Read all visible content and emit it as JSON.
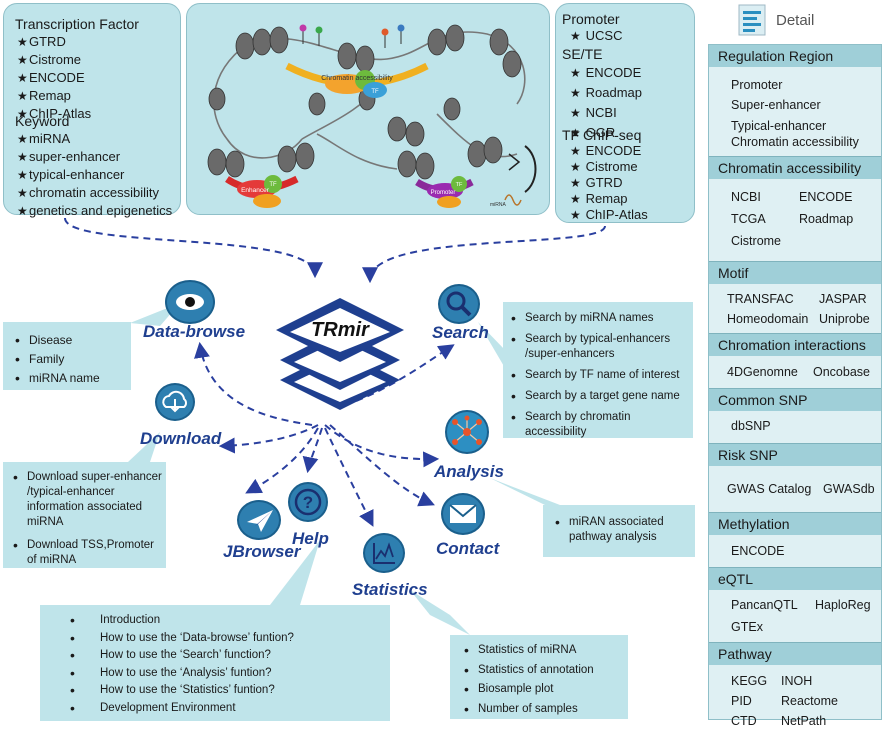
{
  "left_panel": {
    "tf_title": "Transcription Factor",
    "tf_items": [
      "GTRD",
      "Cistrome",
      "ENCODE",
      "Remap",
      "ChIP-Atlas"
    ],
    "kw_title": "Keyword",
    "kw_items": [
      "miRNA",
      "super-enhancer",
      "typical-enhancer",
      "chromatin accessibility",
      "genetics and epigenetics"
    ]
  },
  "illustration": {
    "chromatin_label": "Chromatin accessibility",
    "enhancer_label": "Enhancer",
    "promoter_label": "Promoter",
    "tf_label": "TF",
    "mirna_label": "miRNA"
  },
  "mid_panel": {
    "promoter_title": "Promoter",
    "promoter_items": [
      "UCSC"
    ],
    "sete_title": "SE/TE",
    "sete_items": [
      "ENCODE",
      "Roadmap",
      "NCBI",
      "GGR"
    ],
    "chip_title": "TF ChIP-seq",
    "chip_items": [
      "ENCODE",
      "Cistrome",
      "GTRD",
      "Remap",
      "ChIP-Atlas"
    ]
  },
  "detail": {
    "label": "Detail",
    "sections": [
      {
        "title": "Regulation Region",
        "items": [
          "Promoter",
          "Super-enhancer",
          "Typical-enhancer",
          "Chromatin accessibility"
        ]
      },
      {
        "title": "Chromatin accessibility",
        "items": [
          "NCBI",
          "ENCODE",
          "TCGA",
          "Roadmap",
          "Cistrome"
        ]
      },
      {
        "title": "Motif",
        "items": [
          "TRANSFAC",
          "JASPAR",
          "Homeodomain",
          "Uniprobe"
        ]
      },
      {
        "title": "Chromation interactions",
        "items": [
          "4DGenomne",
          "Oncobase"
        ]
      },
      {
        "title": "Common SNP",
        "items": [
          "dbSNP"
        ]
      },
      {
        "title": "Risk SNP",
        "items": [
          "GWAS Catalog",
          "GWASdb"
        ]
      },
      {
        "title": "Methylation",
        "items": [
          "ENCODE"
        ]
      },
      {
        "title": "eQTL",
        "items": [
          "PancanQTL",
          "HaploReg",
          "GTEx"
        ]
      },
      {
        "title": "Pathway",
        "items": [
          "KEGG",
          "INOH",
          "PID",
          "Reactome",
          "CTD",
          "NetPath"
        ]
      }
    ]
  },
  "center": {
    "logo_text": "TRmir"
  },
  "nodes": {
    "data_browse": "Data-browse",
    "search": "Search",
    "download": "Download",
    "analysis": "Analysis",
    "jbrowser": "JBrowser",
    "help": "Help",
    "statistics": "Statistics",
    "contact": "Contact"
  },
  "callouts": {
    "data_browse": [
      "Disease",
      "Family",
      "miRNA name"
    ],
    "search": [
      "Search by miRNA names",
      "Search by typical-enhancers /super-enhancers",
      "Search by TF name of interest",
      "Search by a target gene name",
      "Search by chromatin accessibility"
    ],
    "download": [
      "Download super-enhancer /typical-enhancer information associated miRNA",
      "Download TSS,Promoter of miRNA"
    ],
    "analysis": [
      "miRAN associated pathway analysis"
    ],
    "help": [
      "Introduction",
      "How to use the ‘Data-browse’ funtion?",
      "How to use the ‘Search’ function?",
      "How to use the ‘Analysis’ funtion?",
      "How to use the ‘Statistics’ funtion?",
      "Development Environment"
    ],
    "statistics": [
      "Statistics of miRNA",
      "Statistics of annotation",
      "Biosample plot",
      "Number of samples"
    ]
  },
  "colors": {
    "panel": "#bfe4ea",
    "accent": "#1f3f8f",
    "icon": "#2e7fb0",
    "header": "#9fcfd8"
  }
}
